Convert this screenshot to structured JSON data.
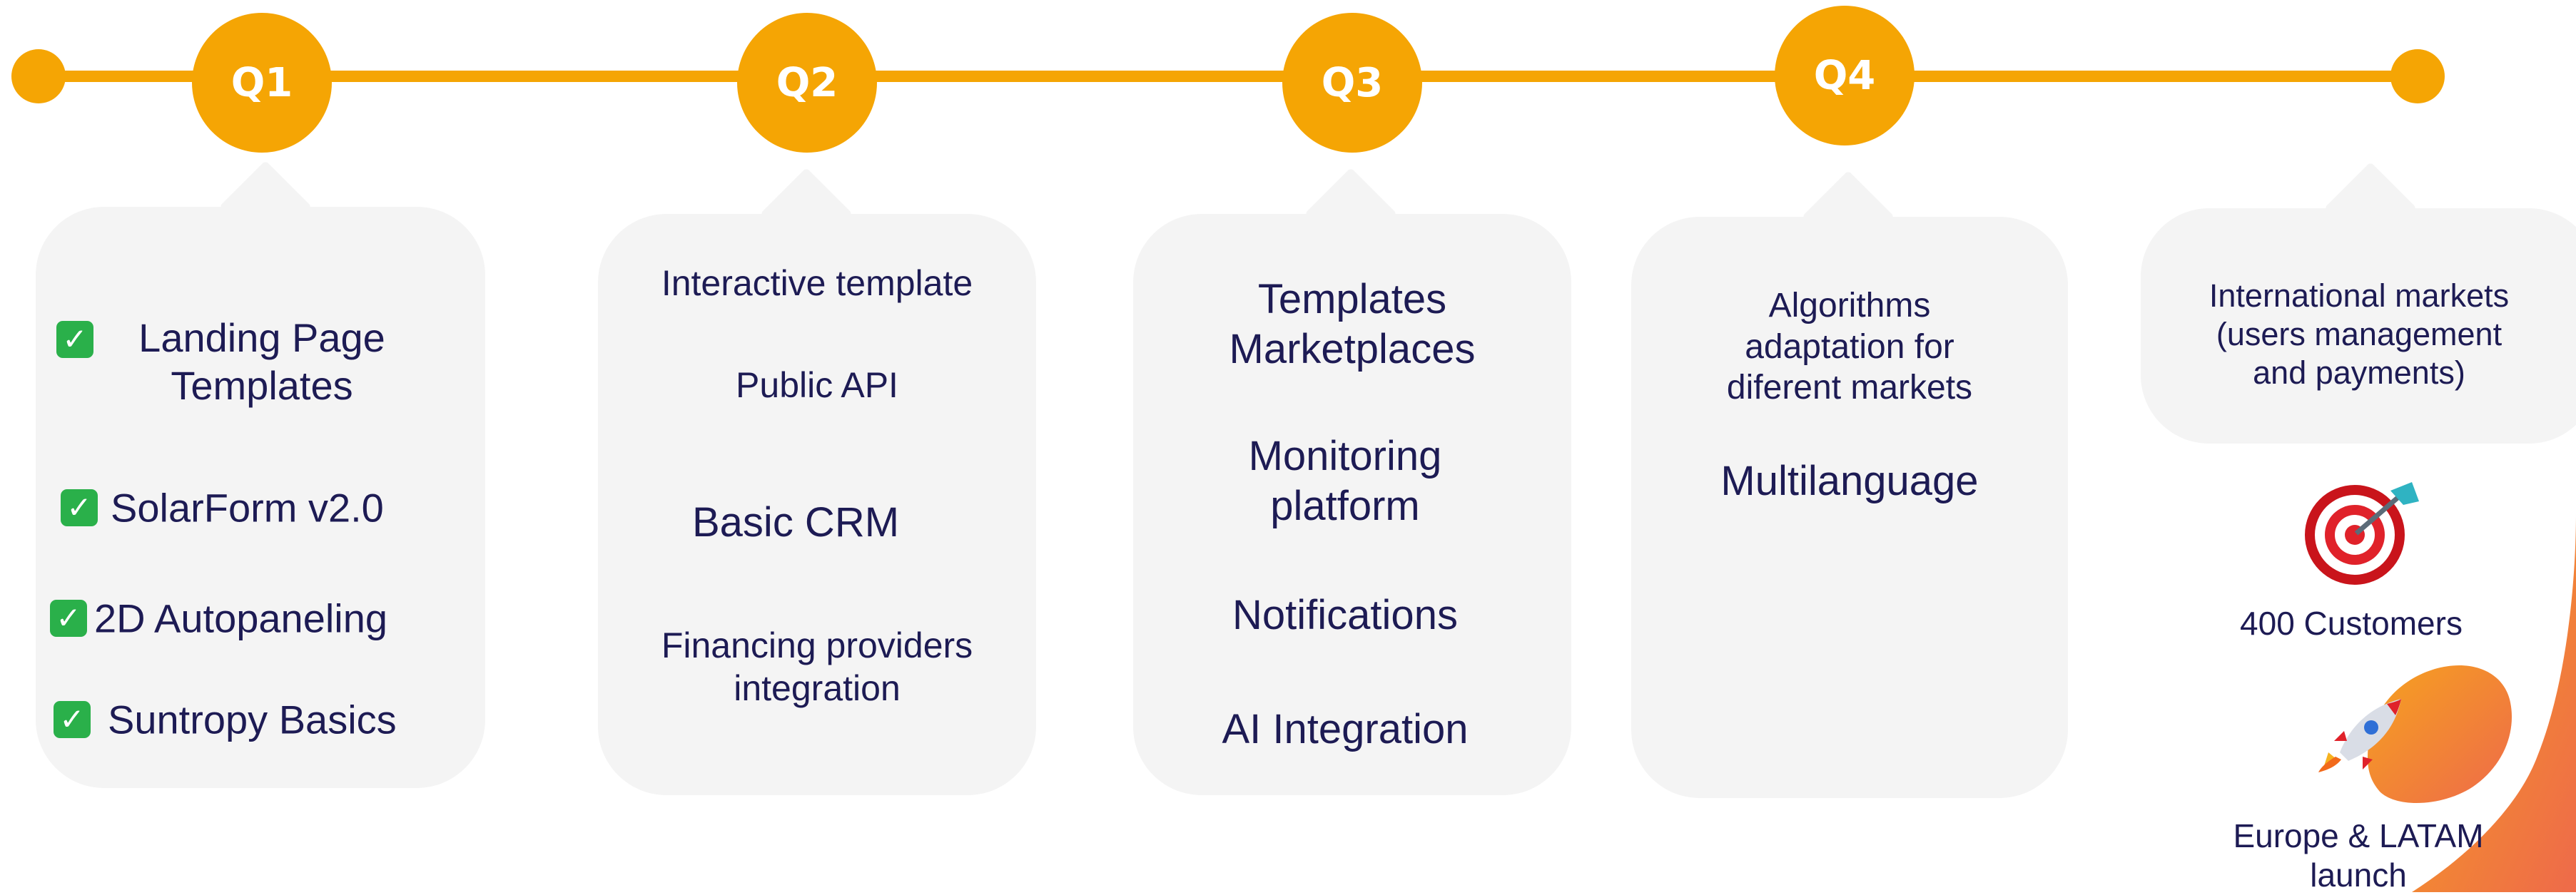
{
  "timeline": {
    "quarters": [
      "Q1",
      "Q2",
      "Q3",
      "Q4"
    ],
    "accent_color": "#f5a504"
  },
  "q1": {
    "items": [
      "Landing Page\nTemplates",
      "SolarForm v2.0",
      "2D Autopaneling",
      "Suntropy Basics"
    ],
    "status_icon": "check-box-icon",
    "status_color": "#2ab04a"
  },
  "q2": {
    "items": [
      "Interactive template",
      "Public API",
      "Basic CRM",
      "Financing providers\nintegration"
    ]
  },
  "q3": {
    "items": [
      "Templates\nMarketplaces",
      "Monitoring\nplatform",
      "Notifications",
      "AI Integration"
    ]
  },
  "q4": {
    "items": [
      "Algorithms\nadaptation for\ndiferent markets",
      "Multilanguage"
    ]
  },
  "future": {
    "card_text": "International markets\n(users management\nand payments)",
    "goals": [
      {
        "icon": "target-dart-icon",
        "label": "400 Customers"
      },
      {
        "icon": "rocket-icon",
        "label": "Europe & LATAM\nlaunch"
      }
    ]
  }
}
